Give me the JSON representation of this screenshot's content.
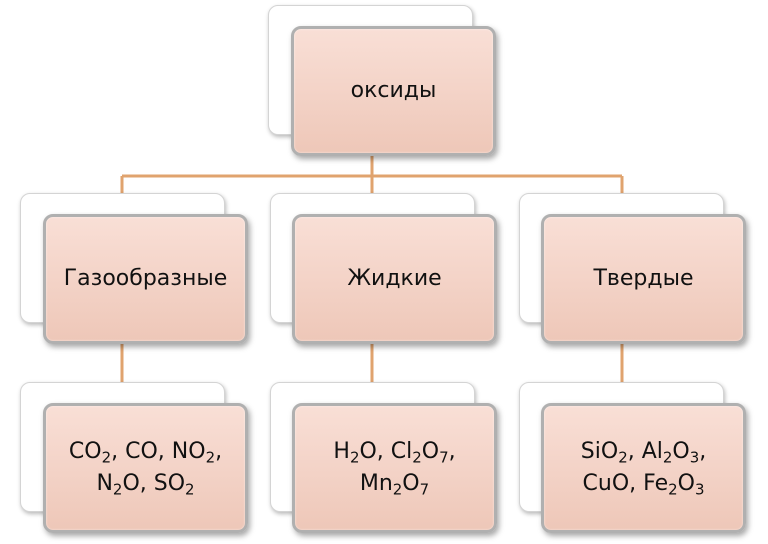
{
  "colors": {
    "connector": "#e0a36e",
    "node_fill": "#f3d2c6",
    "node_border": "#b0b0b0"
  },
  "root": {
    "label": "оксиды"
  },
  "categories": [
    {
      "label": "Газообразные",
      "examples": "CO2, CO, NO2,\nN2O, SO2"
    },
    {
      "label": "Жидкие",
      "examples": "H2O, Cl2O7,\nMn2O7"
    },
    {
      "label": "Твердые",
      "examples": "SiO2, Al2O3,\nCuO, Fe2O3"
    }
  ]
}
